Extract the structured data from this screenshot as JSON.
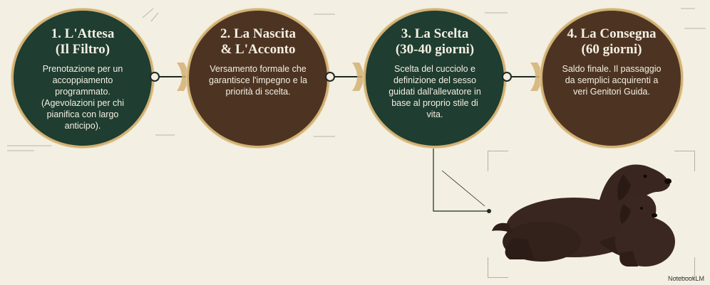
{
  "steps": [
    {
      "title_line1": "1. L'Attesa",
      "title_line2": "(Il Filtro)",
      "description": "Prenotazione per un accoppiamento programmato. (Agevolazioni per chi pianifica con largo anticipo).",
      "color": "#1f3d30"
    },
    {
      "title_line1": "2. La Nascita",
      "title_line2": "& L'Acconto",
      "description": "Versamento formale che garantisce l'impegno e la priorità di scelta.",
      "color": "#4d3422"
    },
    {
      "title_line1": "3. La Scelta",
      "title_line2": "(30-40 giorni)",
      "description": "Scelta del cucciolo e definizione del sesso guidati dall'allevatore in base al proprio stile di vita.",
      "color": "#1f3d30"
    },
    {
      "title_line1": "4. La Consegna",
      "title_line2": "(60 giorni)",
      "description": "Saldo finale. Il passaggio da semplici acquirenti a veri Genitori Guida.",
      "color": "#4d3422"
    }
  ],
  "accent_color": "#d2b073",
  "image": {
    "subject": "labrador-dogs-image"
  },
  "credit": "NotebookLM"
}
